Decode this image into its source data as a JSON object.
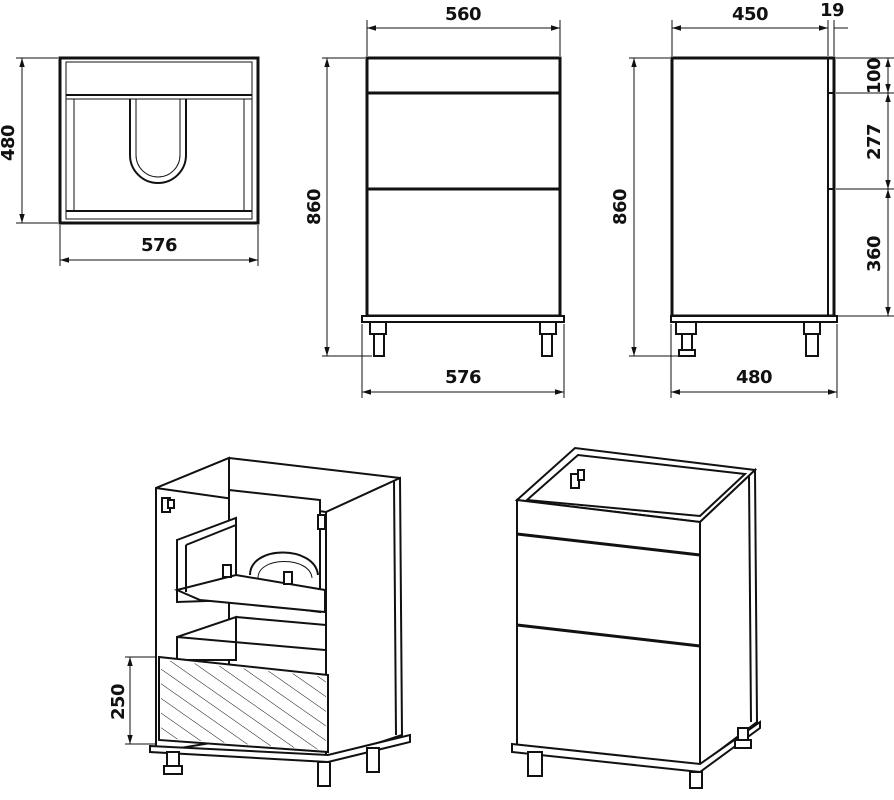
{
  "dimensions": {
    "top_width": "576",
    "top_depth": "480",
    "front_height": "860",
    "front_top_width": "560",
    "front_bottom_width": "576",
    "side_height": "860",
    "side_top_depth": "450",
    "side_panel_offset": "19",
    "side_bottom_depth": "480",
    "drawer_top_height": "100",
    "drawer_middle_height": "277",
    "drawer_bottom_height": "360",
    "iso_inner_height": "250"
  },
  "colors": {
    "line": "#111111",
    "background": "#ffffff"
  }
}
